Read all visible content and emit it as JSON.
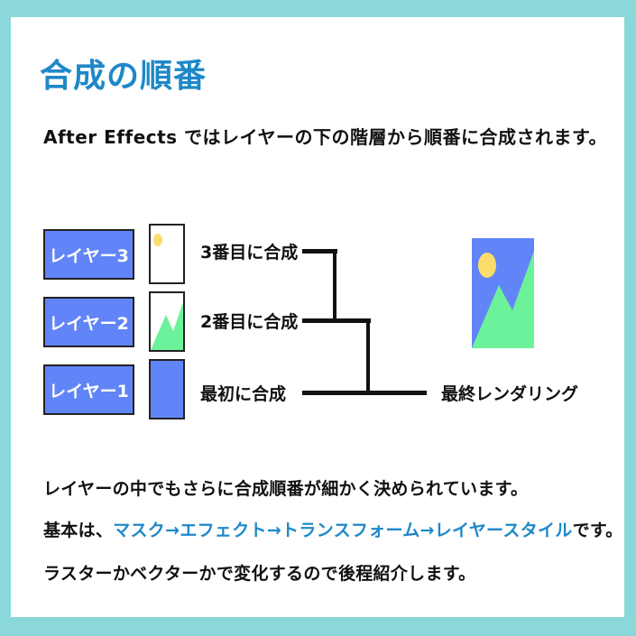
{
  "colors": {
    "frame": "#8AD8DA",
    "panel": "#FFFFFF",
    "accent": "#1E88C8",
    "layer_fill": "#6185F8",
    "mountain": "#6CF29A",
    "sun": "#FBDD6B",
    "text": "#111111"
  },
  "header": {
    "title": "合成の順番",
    "intro": "After Effects ではレイヤーの下の階層から順番に合成されます。"
  },
  "diagram": {
    "layers": [
      {
        "label": "レイヤー3",
        "thumbnail": "sun-image-icon",
        "composite_label": "3番目に合成"
      },
      {
        "label": "レイヤー2",
        "thumbnail": "mountain-image-icon",
        "composite_label": "2番目に合成"
      },
      {
        "label": "レイヤー1",
        "thumbnail": "blue-fill-image-icon",
        "composite_label": "最初に合成"
      }
    ],
    "result_label": "最終レンダリング",
    "result_icon": "composite-landscape-image-icon"
  },
  "body": {
    "line1": "レイヤーの中でもさらに合成順番が細かく決められています。",
    "line2_prefix": "基本は、",
    "line2_accent": "マスク→エフェクト→トランスフォーム→レイヤースタイル",
    "line2_suffix": "です。",
    "line3": "ラスターかベクターかで変化するので後程紹介します。"
  }
}
